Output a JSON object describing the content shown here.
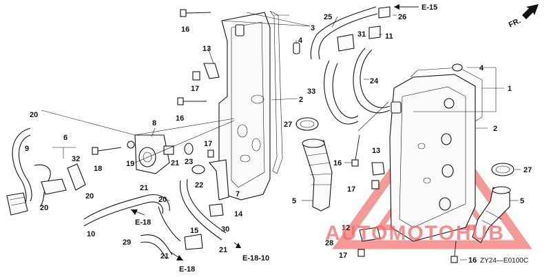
{
  "watermark": {
    "text": "AUTOMOTOHUB",
    "color": "#f26a6a"
  },
  "direction": {
    "text": "FR."
  },
  "diagram_code": "ZY24—E0100C",
  "callouts": [
    {
      "id": "c16a",
      "text": "16"
    },
    {
      "id": "c3",
      "text": "3"
    },
    {
      "id": "c4a",
      "text": "4"
    },
    {
      "id": "c13a",
      "text": "13"
    },
    {
      "id": "c17a",
      "text": "17"
    },
    {
      "id": "c2a",
      "text": "2"
    },
    {
      "id": "c16b",
      "text": "16"
    },
    {
      "id": "c20a",
      "text": "20"
    },
    {
      "id": "c9",
      "text": "9"
    },
    {
      "id": "c6",
      "text": "6"
    },
    {
      "id": "c32",
      "text": "32"
    },
    {
      "id": "c18",
      "text": "18"
    },
    {
      "id": "c8",
      "text": "8"
    },
    {
      "id": "c19",
      "text": "19"
    },
    {
      "id": "c21a",
      "text": "21"
    },
    {
      "id": "c23",
      "text": "23"
    },
    {
      "id": "c17b",
      "text": "17"
    },
    {
      "id": "c22",
      "text": "22"
    },
    {
      "id": "c7",
      "text": "7"
    },
    {
      "id": "c21b",
      "text": "21"
    },
    {
      "id": "c20b",
      "text": "20"
    },
    {
      "id": "c20c",
      "text": "20"
    },
    {
      "id": "c20d",
      "text": "20"
    },
    {
      "id": "c14",
      "text": "14"
    },
    {
      "id": "c10",
      "text": "10"
    },
    {
      "id": "c15",
      "text": "15"
    },
    {
      "id": "c30",
      "text": "30"
    },
    {
      "id": "c29",
      "text": "29"
    },
    {
      "id": "c21c",
      "text": "21"
    },
    {
      "id": "c21d",
      "text": "21"
    },
    {
      "id": "c25",
      "text": "25"
    },
    {
      "id": "c26",
      "text": "26"
    },
    {
      "id": "c31",
      "text": "31"
    },
    {
      "id": "c11",
      "text": "11"
    },
    {
      "id": "c24",
      "text": "24"
    },
    {
      "id": "c33",
      "text": "33"
    },
    {
      "id": "c27a",
      "text": "27"
    },
    {
      "id": "c16c",
      "text": "16"
    },
    {
      "id": "c5a",
      "text": "5"
    },
    {
      "id": "c4b",
      "text": "4"
    },
    {
      "id": "c1",
      "text": "1"
    },
    {
      "id": "c2b",
      "text": "2"
    },
    {
      "id": "c13b",
      "text": "13"
    },
    {
      "id": "c17c",
      "text": "17"
    },
    {
      "id": "c27b",
      "text": "27"
    },
    {
      "id": "c5b",
      "text": "5"
    },
    {
      "id": "c12",
      "text": "12"
    },
    {
      "id": "c28",
      "text": "28"
    },
    {
      "id": "c17d",
      "text": "17"
    },
    {
      "id": "c16d",
      "text": "16"
    }
  ],
  "references": [
    {
      "id": "r1",
      "text": "E-15"
    },
    {
      "id": "r2",
      "text": "E-18"
    },
    {
      "id": "r3",
      "text": "E-18"
    },
    {
      "id": "r4",
      "text": "E-18-10"
    }
  ]
}
